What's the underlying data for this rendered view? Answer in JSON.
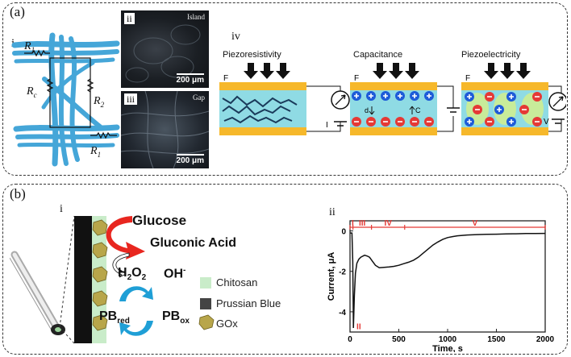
{
  "panel_a": {
    "label": "(a)",
    "sub_i": "i",
    "resistors": {
      "r1_top": "R",
      "r1_top_sub": "1",
      "rc": "R",
      "rc_sub": "c",
      "r2": "R",
      "r2_sub": "2",
      "r1_bot": "R",
      "r1_bot_sub": "1"
    },
    "micro_ii": {
      "tag": "ii",
      "title": "Island",
      "scale": "200 μm"
    },
    "micro_iii": {
      "tag": "iii",
      "title": "Gap",
      "scale": "200 μm"
    },
    "sub_iv": "iv",
    "mechanisms": [
      {
        "title": "Piezoresistivity",
        "force": "F",
        "meter": "I"
      },
      {
        "title": "Capacitance",
        "force": "F",
        "d": "d",
        "c": "C"
      },
      {
        "title": "Piezoelectricity",
        "force": "F",
        "meter": "V"
      }
    ],
    "colors": {
      "electrode": "#f6b82b",
      "cyan": "#8fdbe4",
      "fiber": "#2f9fd6",
      "minus": "#e53935",
      "plus": "#1e5bd8"
    }
  },
  "panel_b": {
    "label": "(b)",
    "sub_i": "i",
    "glucose": "Glucose",
    "gluconic": "Gluconic Acid",
    "h2o2": "H",
    "h2o2_a": "2",
    "h2o2_b": "O",
    "h2o2_c": "2",
    "oh": "OH",
    "oh_sup": "-",
    "pb_red": "PB",
    "pb_red_sub": "red",
    "pb_ox": "PB",
    "pb_ox_sub": "ox",
    "legend": [
      {
        "name": "Chitosan",
        "color": "#c9ecc9"
      },
      {
        "name": "Prussian Blue",
        "color": "#444444"
      },
      {
        "name": "GOx",
        "color": "#b8a64a"
      }
    ],
    "sub_ii": "ii"
  },
  "chart_data": {
    "type": "line",
    "xlabel": "Time, s",
    "ylabel": "Current, μA",
    "xlim": [
      0,
      2000
    ],
    "ylim": [
      -5,
      0.5
    ],
    "xticks": [
      0,
      500,
      1000,
      1500,
      2000
    ],
    "yticks": [
      0,
      -2,
      -4
    ],
    "regions": [
      {
        "label": "I",
        "start": 0,
        "end": 30
      },
      {
        "label": "III",
        "start": 30,
        "end": 220
      },
      {
        "label": "IV",
        "start": 220,
        "end": 560
      },
      {
        "label": "V",
        "start": 560,
        "end": 2000
      }
    ],
    "annotation": {
      "label": "II",
      "x": 50,
      "y": -4.7
    },
    "series": [
      {
        "x": [
          0,
          20,
          28,
          35,
          45,
          55,
          70,
          90,
          110,
          130,
          150,
          180,
          200,
          230,
          260,
          300,
          350,
          400,
          450,
          500,
          550,
          600,
          650,
          700,
          750,
          800,
          850,
          900,
          950,
          1000,
          1050,
          1100,
          1200,
          1300,
          1400,
          1500,
          1600,
          1700,
          1800,
          1900,
          2000
        ],
        "y": [
          -0.1,
          -0.1,
          -1.5,
          -4.8,
          -3.2,
          -2.1,
          -1.6,
          -1.4,
          -1.3,
          -1.25,
          -1.2,
          -1.25,
          -1.3,
          -1.5,
          -1.7,
          -1.82,
          -1.8,
          -1.78,
          -1.75,
          -1.7,
          -1.62,
          -1.55,
          -1.45,
          -1.3,
          -1.1,
          -0.9,
          -0.7,
          -0.55,
          -0.42,
          -0.33,
          -0.28,
          -0.24,
          -0.2,
          -0.18,
          -0.17,
          -0.16,
          -0.15,
          -0.14,
          -0.13,
          -0.13,
          -0.12
        ]
      }
    ]
  }
}
